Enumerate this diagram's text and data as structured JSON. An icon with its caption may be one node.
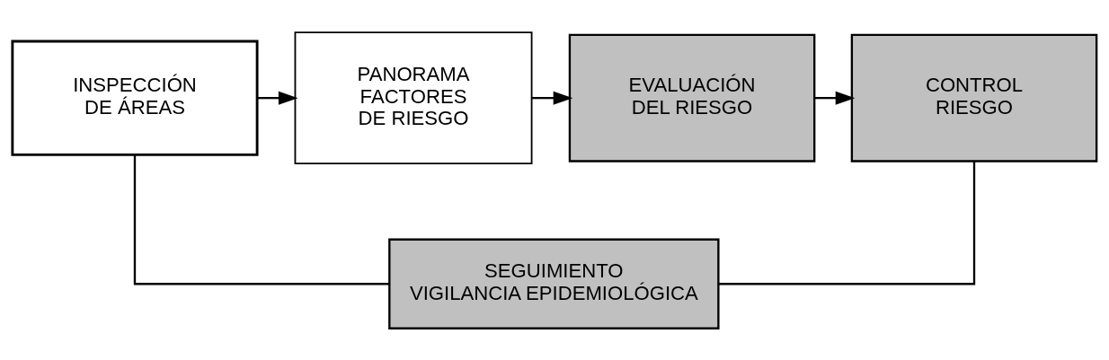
{
  "diagram": {
    "nodes": [
      {
        "text": [
          "INSPECCIÓN DE ÁREAS"
        ]
      },
      {
        "text": [
          "PANORAMA FACTORES DE RIESGO"
        ]
      },
      {
        "text": [
          "EVALUACIÓN DEL RIESGO"
        ]
      },
      {
        "text": [
          "CONTROL RIESGO"
        ]
      },
      {
        "text": [
          "SEGUIMIENTO",
          "VIGILANCIA EPIDEMIOLÓGICA"
        ]
      }
    ],
    "edges": [
      {
        "from": 0,
        "to": 1,
        "arrow": "to"
      },
      {
        "from": 1,
        "to": 2,
        "arrow": "to"
      },
      {
        "from": 2,
        "to": 3,
        "arrow": "to"
      },
      {
        "from": 3,
        "to": 4,
        "arrow": "none"
      },
      {
        "from": 0,
        "to": 4,
        "arrow": "none"
      }
    ]
  }
}
